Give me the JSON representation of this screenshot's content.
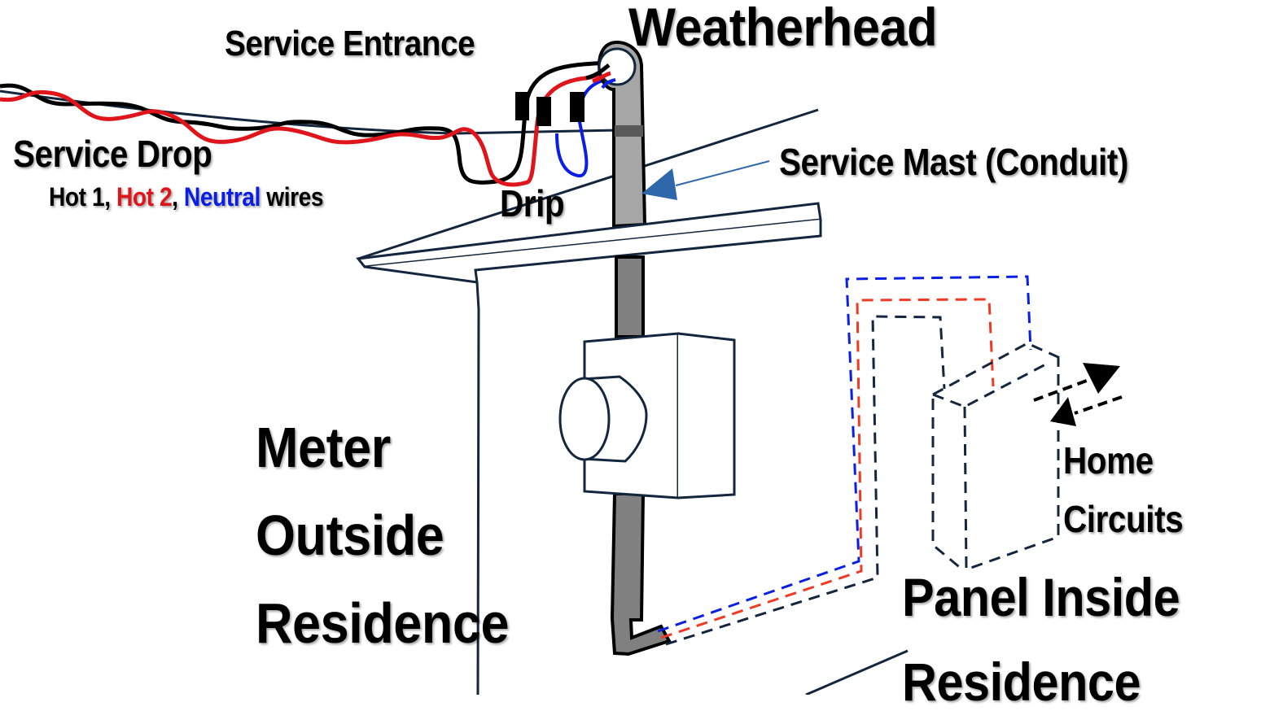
{
  "title": "Residential Electrical Service Entrance Diagram",
  "labels": {
    "weatherhead": "Weatherhead",
    "service_entrance": "Service Entrance",
    "service_drop": "Service Drop",
    "wires": {
      "hot1": "Hot 1",
      "sep1": ", ",
      "hot2": "Hot 2",
      "sep2": ", ",
      "neutral": "Neutral",
      "suffix": " wires"
    },
    "drip": "Drip",
    "service_mast": "Service Mast (Conduit)",
    "meter_outside": [
      "Meter",
      "Outside",
      "Residence"
    ],
    "home_circuits": [
      "Home",
      "Circuits"
    ],
    "panel_inside": [
      "Panel Inside",
      "Residence"
    ]
  },
  "colors": {
    "hot1": "#000000",
    "hot2": "#e0151b",
    "neutral": "#0a1ee6",
    "outline": "#14263d",
    "conduit_light": "#a6a6a6",
    "conduit_dark": "#808080",
    "arrow": "#2f68aa"
  }
}
